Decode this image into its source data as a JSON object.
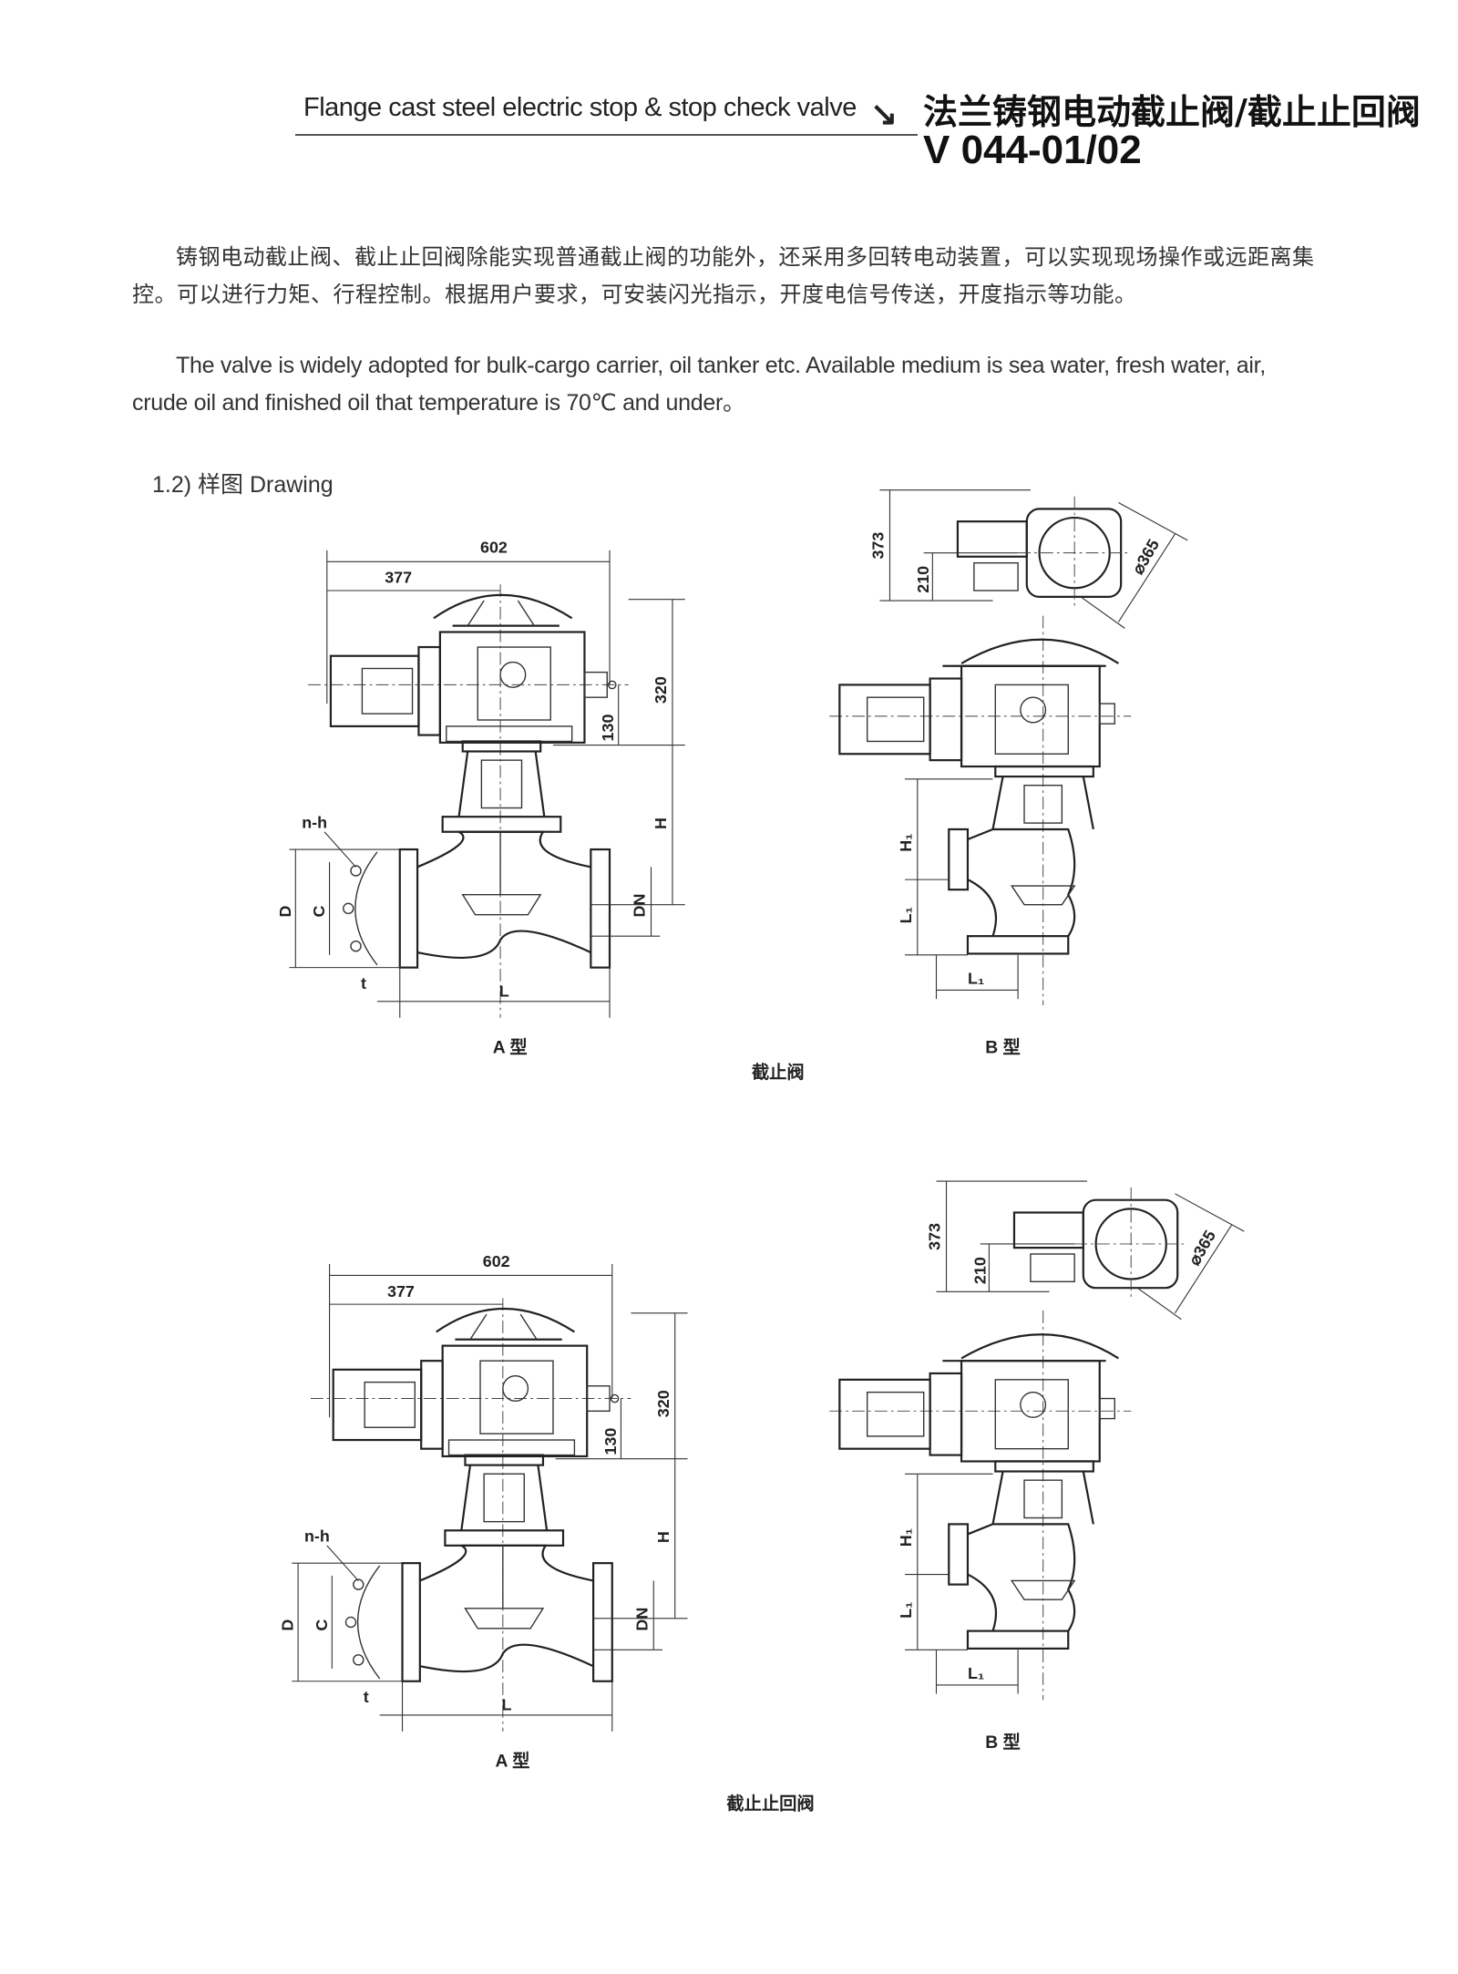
{
  "header": {
    "title_en": "Flange cast steel electric stop & stop check valve",
    "arrow_icon": "arrow-down-right",
    "title_cn": "法兰铸钢电动截止阀/截止止回阀",
    "code": "V 044-01/02"
  },
  "intro": {
    "cn": "铸钢电动截止阀、截止止回阀除能实现普通截止阀的功能外，还采用多回转电动装置，可以实现现场操作或远距离集控。可以进行力矩、行程控制。根据用户要求，可安装闪光指示，开度电信号传送，开度指示等功能。",
    "en": "The valve is widely adopted for bulk-cargo carrier, oil tanker etc. Available medium is sea water, fresh water, air, crude oil and finished oil that temperature is 70℃ and under。"
  },
  "section_label": "1.2) 样图 Drawing",
  "drawings": [
    {
      "caption": "截止阀",
      "a": {
        "type_label": "A 型",
        "w602": "602",
        "w377": "377",
        "h320": "320",
        "h130": "130",
        "H": "H",
        "nh": "n-h",
        "D": "D",
        "C": "C",
        "DN": "DN",
        "t": "t",
        "L": "L"
      },
      "b": {
        "type_label": "B 型",
        "h373": "373",
        "h210": "210",
        "d365": "⌀365",
        "H1": "H₁",
        "L1v": "L₁",
        "L1h": "L₁"
      }
    },
    {
      "caption": "截止止回阀",
      "a": {
        "type_label": "A 型",
        "w602": "602",
        "w377": "377",
        "h320": "320",
        "h130": "130",
        "H": "H",
        "nh": "n-h",
        "D": "D",
        "C": "C",
        "DN": "DN",
        "t": "t",
        "L": "L"
      },
      "b": {
        "type_label": "B 型",
        "h373": "373",
        "h210": "210",
        "d365": "⌀365",
        "H1": "H₁",
        "L1v": "L₁",
        "L1h": "L₁"
      }
    }
  ]
}
